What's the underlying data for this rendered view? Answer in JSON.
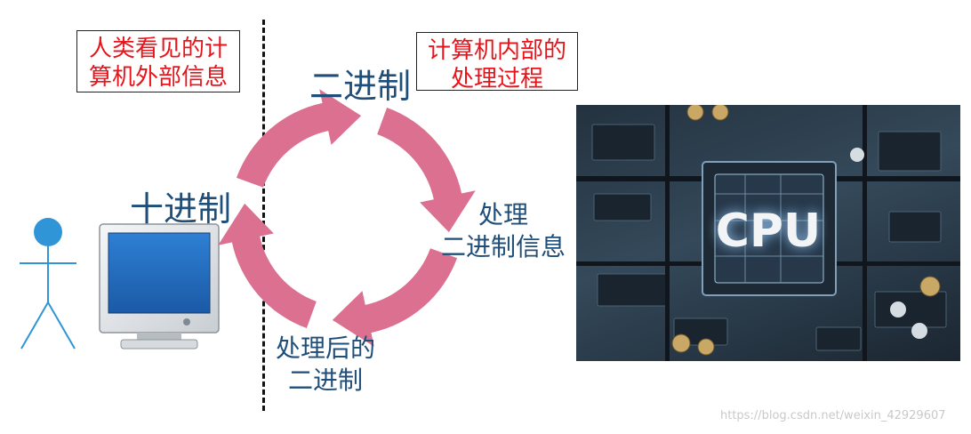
{
  "labels": {
    "outside_info": [
      "人类看见的计",
      "算机外部信息"
    ],
    "inside_process": [
      "计算机内部的",
      "处理过程"
    ],
    "binary_top": "二进制",
    "decimal": "十进制",
    "process_binary": [
      "处理",
      "二进制信息"
    ],
    "processed_binary": [
      "处理后的",
      "二进制"
    ],
    "cpu": "CPU",
    "watermark": "https://blog.csdn.net/weixin_42929607"
  },
  "colors": {
    "arrow": "#dc7090",
    "label_text": "#1f4e79",
    "box_text": "#e8141b",
    "person": "#2f95d6"
  }
}
